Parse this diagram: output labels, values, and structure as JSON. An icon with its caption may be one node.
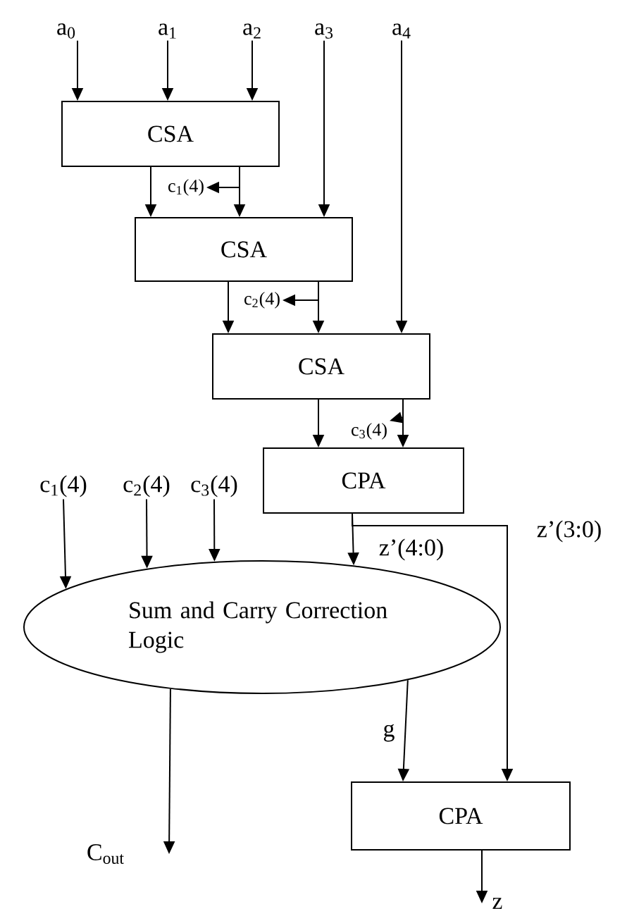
{
  "diagram": {
    "nodes": [
      {
        "text": [
          "a$_{0}$"
        ]
      },
      {
        "text": [
          "a$_{1}$"
        ]
      },
      {
        "text": [
          "a$_{2}$"
        ]
      },
      {
        "text": [
          "a$_{3}$"
        ]
      },
      {
        "text": [
          "a$_{4}$"
        ]
      },
      {
        "text": [
          "CSA"
        ]
      },
      {
        "text": [
          "c$_{1}$(4)"
        ]
      },
      {
        "text": [
          "CSA"
        ]
      },
      {
        "text": [
          "c$_{2}$(4)"
        ]
      },
      {
        "text": [
          "CSA"
        ]
      },
      {
        "text": [
          "c$_{3}$(4)"
        ]
      },
      {
        "text": [
          "CPA"
        ]
      },
      {
        "text": [
          "c$_{1}$(4)"
        ]
      },
      {
        "text": [
          "c$_{2}$(4)"
        ]
      },
      {
        "text": [
          "c$_{3}$(4)"
        ]
      },
      {
        "text": [
          "Sum and Carry Correction Logic"
        ]
      },
      {
        "text": [
          "CPA"
        ]
      },
      {
        "text": [
          "C$_{out}$"
        ]
      },
      {
        "text": [
          "z"
        ]
      }
    ],
    "edges": [
      {
        "from": 0,
        "to": 5,
        "arrow": "to"
      },
      {
        "from": 1,
        "to": 5,
        "arrow": "to"
      },
      {
        "from": 2,
        "to": 5,
        "arrow": "to"
      },
      {
        "from": 5,
        "to": 7,
        "arrow": "to"
      },
      {
        "from": 5,
        "to": 7,
        "arrow": "to"
      },
      {
        "from": 5,
        "to": 6,
        "arrow": "to"
      },
      {
        "from": 3,
        "to": 7,
        "arrow": "to"
      },
      {
        "from": 7,
        "to": 9,
        "arrow": "to"
      },
      {
        "from": 7,
        "to": 9,
        "arrow": "to"
      },
      {
        "from": 7,
        "to": 8,
        "arrow": "to"
      },
      {
        "from": 4,
        "to": 9,
        "arrow": "to"
      },
      {
        "from": 9,
        "to": 11,
        "arrow": "to"
      },
      {
        "from": 9,
        "to": 11,
        "arrow": "to"
      },
      {
        "from": 9,
        "to": 10,
        "arrow": "to"
      },
      {
        "from": 11,
        "to": 15,
        "arrow": "to",
        "label": "z’(4:0)"
      },
      {
        "from": 11,
        "to": 16,
        "arrow": "to",
        "label": "z’(3:0)"
      },
      {
        "from": 12,
        "to": 15,
        "arrow": "to"
      },
      {
        "from": 13,
        "to": 15,
        "arrow": "to"
      },
      {
        "from": 14,
        "to": 15,
        "arrow": "to"
      },
      {
        "from": 15,
        "to": 16,
        "arrow": "to",
        "label": "g"
      },
      {
        "from": 15,
        "to": 17,
        "arrow": "to"
      },
      {
        "from": 16,
        "to": 18,
        "arrow": "to"
      }
    ]
  }
}
